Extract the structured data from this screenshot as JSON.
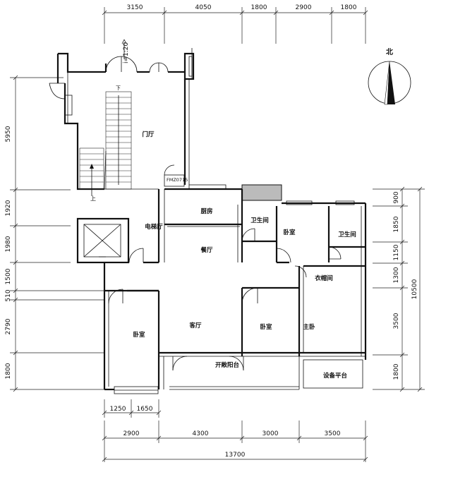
{
  "dimensions": {
    "top": [
      "3150",
      "4050",
      "1800",
      "2900",
      "1800"
    ],
    "bottom_row1": [
      "2900",
      "4300",
      "3000",
      "3500"
    ],
    "bottom_total": "13700",
    "bottom_sub": [
      "1250",
      "1650"
    ],
    "left": [
      "5950",
      "1920",
      "1980",
      "1500",
      "510",
      "2790",
      "1800"
    ],
    "right_inner": [
      "900",
      "1850",
      "1150",
      "1300",
      "3500",
      "1800"
    ],
    "right_total": "10500"
  },
  "rooms": {
    "foyer": "门厅",
    "elevator_hall": "电梯厅",
    "kitchen": "厨房",
    "dining": "餐厅",
    "bathroom1": "卫生间",
    "bedroom_mid": "卧室",
    "bathroom2": "卫生间",
    "cloakroom": "衣帽间",
    "bedroom_left": "卧室",
    "living": "客厅",
    "bedroom_center": "卧室",
    "master": "主卧",
    "balcony": "开敞阳台",
    "equipment": "设备平台"
  },
  "annotations": {
    "door_code": "FMZ0715",
    "ramp": "i=1:20",
    "stair_up": "上",
    "stair_down": "下",
    "north": "北"
  },
  "icons": [
    "north-arrow-icon",
    "elevator-icon"
  ]
}
